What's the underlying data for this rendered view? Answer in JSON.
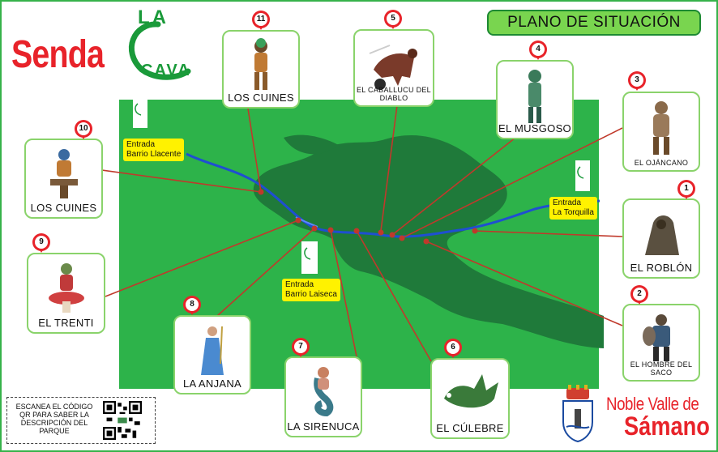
{
  "logo": {
    "senda": "Senda",
    "la": "LA",
    "cava": "CAVA"
  },
  "title": "PLANO DE SITUACIÓN",
  "points": [
    {
      "id": "1",
      "name": "EL ROBLÓN"
    },
    {
      "id": "2",
      "name": "EL HOMBRE DEL SACO"
    },
    {
      "id": "3",
      "name": "EL OJÁNCANO"
    },
    {
      "id": "4",
      "name": "EL MUSGOSO"
    },
    {
      "id": "5",
      "name": "EL CABALLUCU DEL DIABLO"
    },
    {
      "id": "6",
      "name": "EL CÚLEBRE"
    },
    {
      "id": "7",
      "name": "LA SIRENUCA"
    },
    {
      "id": "8",
      "name": "LA ANJANA"
    },
    {
      "id": "9",
      "name": "EL TRENTI"
    },
    {
      "id": "10",
      "name": "LOS CUINES"
    },
    {
      "id": "11",
      "name": "LOS CUINES"
    }
  ],
  "entries": [
    {
      "line1": "Entrada",
      "line2": "Barrio Llacente"
    },
    {
      "line1": "Entrada",
      "line2": "La Torquilla"
    },
    {
      "line1": "Entrada",
      "line2": "Barrio Laiseca"
    }
  ],
  "qr": {
    "text": "ESCANEA EL CÓDIGO QR PARA SABER LA DESCRIPCIÓN DEL PARQUE"
  },
  "footer": {
    "line1": "Noble Valle de",
    "line2": "Sámano"
  },
  "colors": {
    "field": "#2db34a",
    "forest": "#1f7a3a",
    "river": "#1f4fd1",
    "lines": "#c0392b",
    "pin": "#e8232a",
    "entry": "#fff200",
    "title_bg": "#79d54f"
  }
}
